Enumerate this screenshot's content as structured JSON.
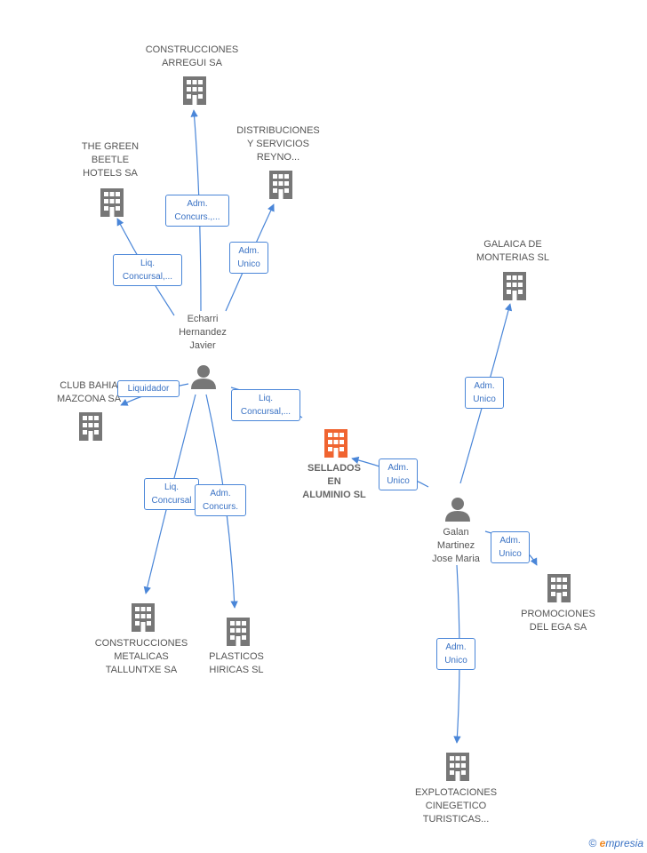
{
  "colors": {
    "edge": "#4a86d8",
    "building": "#777777",
    "main_building": "#f06430",
    "person": "#777777"
  },
  "nodes": {
    "arregui": {
      "label": "CONSTRUCCIONES\nARREGUI SA"
    },
    "green_beetle": {
      "label": "THE GREEN\nBEETLE\nHOTELS SA"
    },
    "reyno": {
      "label": "DISTRIBUCIONES\nY SERVICIOS\nREYNO..."
    },
    "galaica": {
      "label": "GALAICA DE\nMONTERIAS SL"
    },
    "echarri": {
      "label": "Echarri\nHernandez\nJavier"
    },
    "club_bahia": {
      "label": "CLUB BAHIA\nMAZCONA SA"
    },
    "sellados": {
      "label": "SELLADOS\nEN\nALUMINIO SL"
    },
    "galan": {
      "label": "Galan\nMartinez\nJose Maria"
    },
    "promociones": {
      "label": "PROMOCIONES\nDEL EGA SA"
    },
    "talluntxe": {
      "label": "CONSTRUCCIONES\nMETALICAS\nTALLUNTXE SA"
    },
    "plasticos": {
      "label": "PLASTICOS\nHIRICAS SL"
    },
    "explotaciones": {
      "label": "EXPLOTACIONES\nCINEGETICO\nTURISTICAS..."
    }
  },
  "edges": {
    "e_arregui": "Adm.\nConcurs.,...",
    "e_green": "Liq.\nConcursal,...",
    "e_reyno": "Adm.\nUnico",
    "e_club": "Liquidador",
    "e_sellados_echarri": "Liq.\nConcursal,...",
    "e_talluntxe": "Liq.\nConcursal",
    "e_plasticos": "Adm.\nConcurs.",
    "e_sellados_galan": "Adm.\nUnico",
    "e_galaica": "Adm.\nUnico",
    "e_promociones": "Adm.\nUnico",
    "e_explotaciones": "Adm.\nUnico"
  },
  "footer": {
    "copyright": "©",
    "brand_e": "e",
    "brand_rest": "mpresia"
  }
}
